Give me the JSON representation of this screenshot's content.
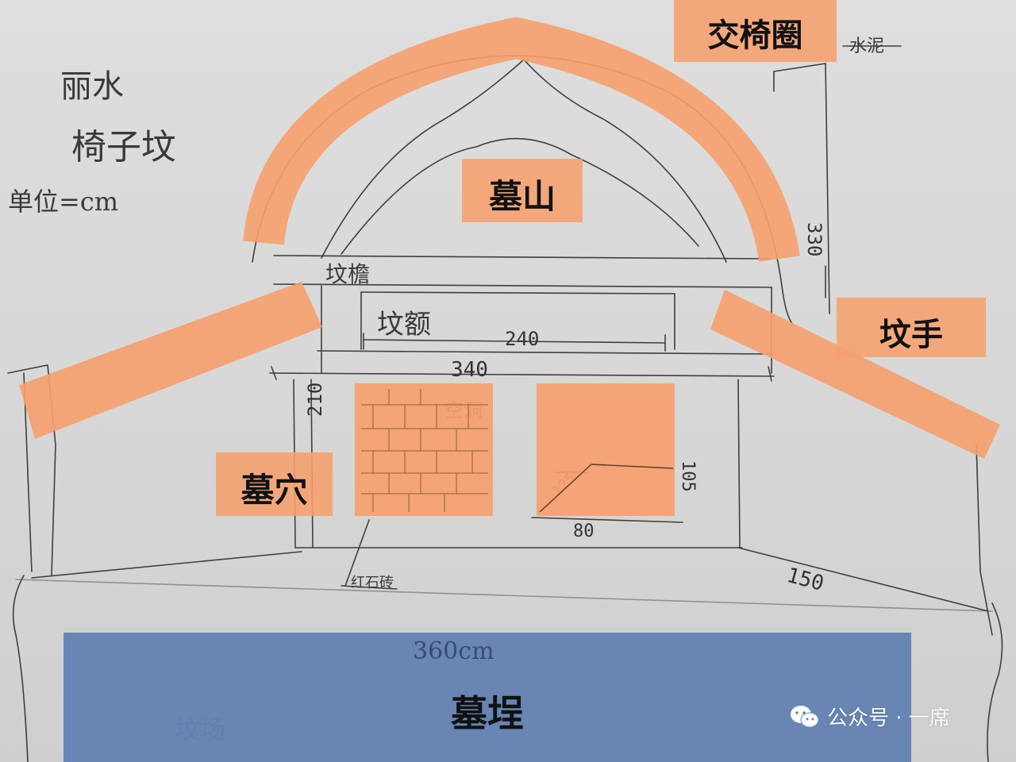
{
  "title_lines": [
    "丽水",
    "椅子坟"
  ],
  "unit_text": "单位=cm",
  "labels": {
    "jiaoyiquan": "交椅圈",
    "mushan": "墓山",
    "fenshou": "坟手",
    "muxue": "墓穴",
    "mucheng": "墓埕"
  },
  "annotations": {
    "shuini": "水泥",
    "fen_yan": "坟檐",
    "fen_e": "坟额",
    "kongdong": "空洞",
    "hongzhuan": "红石砖",
    "fen_chang": "坟场"
  },
  "dimensions": {
    "d330": "330",
    "d240": "240",
    "d340": "340",
    "d210": "210",
    "d105": "105",
    "d125": "125",
    "d80": "80",
    "d150": "150",
    "d360": "360cm"
  },
  "watermark": "公众号 · 一席",
  "colors": {
    "highlight_orange": "#f6a06e",
    "footing_blue": "#607fb2",
    "pencil": "#3a3a3a"
  }
}
